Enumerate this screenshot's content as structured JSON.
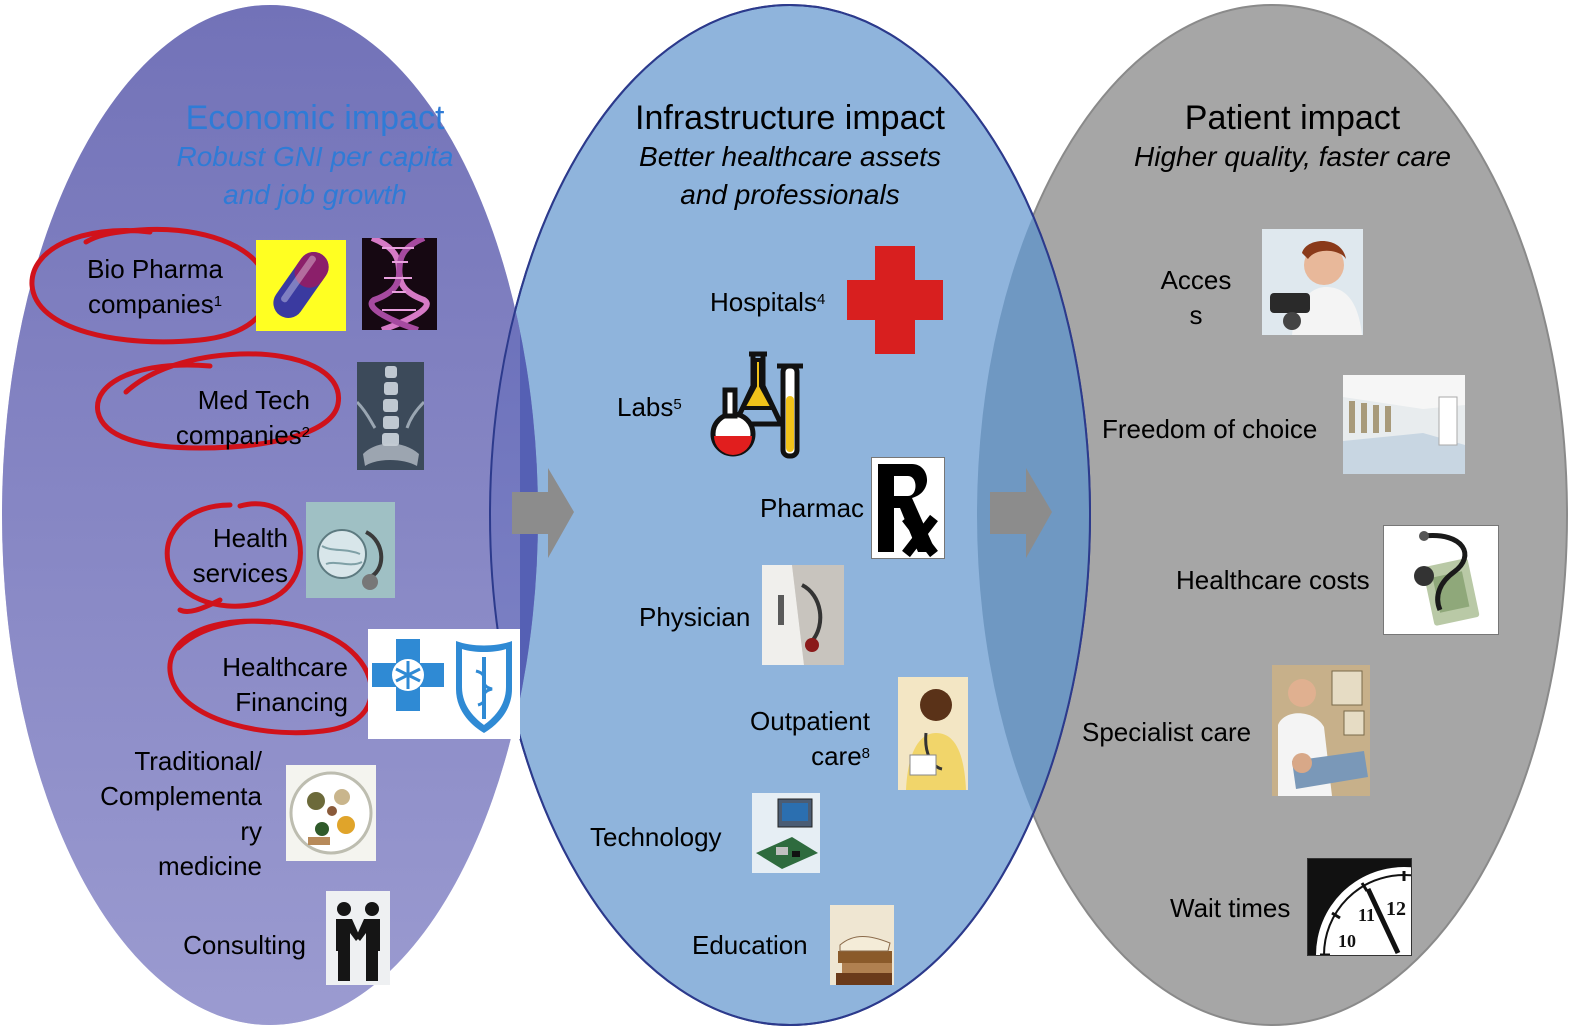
{
  "colors": {
    "economic_fill": "#7272b8",
    "infrastructure_fill": "#8fb4dc",
    "patient_fill": "#a6a6a6",
    "economic_title": "#2f7bd6",
    "arrow": "#8c8c8c",
    "circle_mark": "#d0121b"
  },
  "economic": {
    "title": "Economic impact",
    "subtitle_line1": "Robust GNI per capita",
    "subtitle_line2": "and job growth",
    "items": {
      "biopharma": {
        "line1": "Bio Pharma",
        "line2": "companies",
        "note": "1"
      },
      "medtech": {
        "line1": "Med Tech",
        "line2": "companies",
        "note": "2"
      },
      "health_services": {
        "line1": "Health",
        "line2": "services"
      },
      "financing": {
        "line1": "Healthcare",
        "line2": "Financing"
      },
      "traditional": {
        "line1": "Traditional/",
        "line2": "Complementa",
        "line3": "ry",
        "line4": "medicine"
      },
      "consulting": {
        "line1": "Consulting"
      }
    },
    "icons": [
      "capsule-icon",
      "dna-icon",
      "xray-icon",
      "stethoscope-globe-icon",
      "blue-cross-logo",
      "blue-shield-logo",
      "herbs-icon",
      "handshake-icon"
    ]
  },
  "infrastructure": {
    "title": "Infrastructure impact",
    "subtitle_line1": "Better healthcare assets",
    "subtitle_line2": "and professionals",
    "items": {
      "hospitals": {
        "label": "Hospitals",
        "note": "4"
      },
      "labs": {
        "label": "Labs",
        "note": "5"
      },
      "pharmacy": {
        "label": "Pharmac"
      },
      "physician": {
        "label": "Physician"
      },
      "outpatient": {
        "line1": "Outpatient",
        "line2": "care",
        "note": "8"
      },
      "technology": {
        "label": "Technology"
      },
      "education": {
        "label": "Education"
      }
    },
    "icons": [
      "red-cross-icon",
      "lab-flask-icon",
      "rx-icon",
      "doctor-coat-icon",
      "nurse-icon",
      "circuit-board-icon",
      "books-icon"
    ]
  },
  "patient": {
    "title": "Patient impact",
    "subtitle": "Higher quality, faster care",
    "items": {
      "access": {
        "line1": "Acces",
        "line2": "s"
      },
      "freedom": {
        "label": "Freedom of choice"
      },
      "costs": {
        "label": "Healthcare costs"
      },
      "specialist": {
        "label": "Specialist care"
      },
      "wait": {
        "label": "Wait times"
      }
    },
    "icons": [
      "blood-pressure-icon",
      "hallway-doors-icon",
      "stethoscope-money-icon",
      "doctor-patient-icon",
      "clock-icon"
    ],
    "clock_numbers": [
      "12",
      "11",
      "10"
    ]
  }
}
